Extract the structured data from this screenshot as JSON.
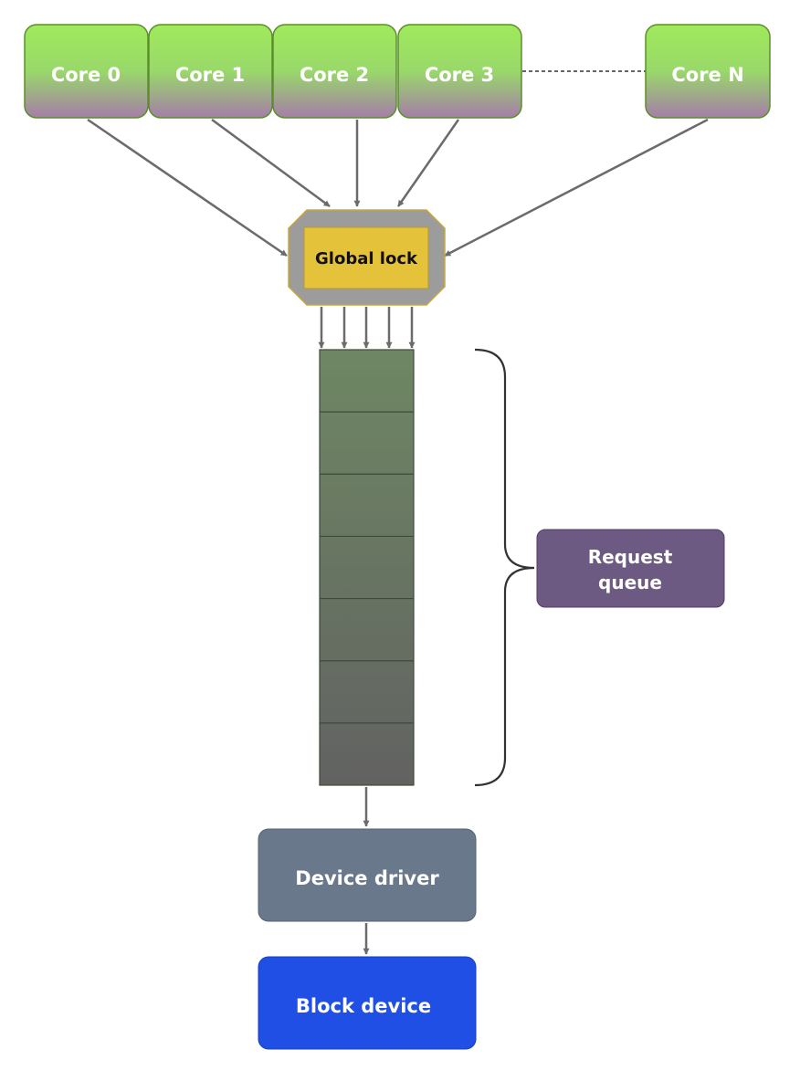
{
  "cores": [
    "Core 0",
    "Core 1",
    "Core 2",
    "Core 3",
    "Core N"
  ],
  "lock": {
    "label": "Global lock"
  },
  "queue": {
    "slots": 7,
    "label_line1": "Request",
    "label_line2": "queue"
  },
  "driver": {
    "label": "Device driver"
  },
  "device": {
    "label": "Block device"
  },
  "colors": {
    "core_top": "#9fea5a",
    "core_bottom": "#a77ea8",
    "core_border": "#5b8f2c",
    "lock_fill": "#e4c23a",
    "lock_frame": "#9b9b9b",
    "queue_top": "#6e8763",
    "queue_bottom": "#616161",
    "request_label_bg": "#6d5a82",
    "driver_bg": "#69788a",
    "device_bg": "#1f4fe5",
    "arrow": "#6b6b6b"
  }
}
